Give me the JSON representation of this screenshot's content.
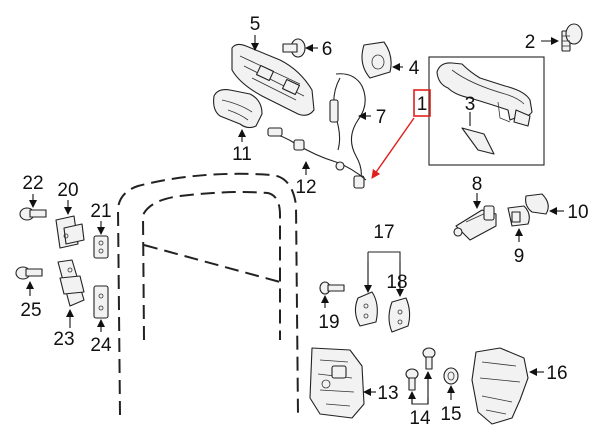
{
  "callouts": [
    {
      "id": "1",
      "label": "1"
    },
    {
      "id": "2",
      "label": "2"
    },
    {
      "id": "3",
      "label": "3"
    },
    {
      "id": "4",
      "label": "4"
    },
    {
      "id": "5",
      "label": "5"
    },
    {
      "id": "6",
      "label": "6"
    },
    {
      "id": "7",
      "label": "7"
    },
    {
      "id": "8",
      "label": "8"
    },
    {
      "id": "9",
      "label": "9"
    },
    {
      "id": "10",
      "label": "10"
    },
    {
      "id": "11",
      "label": "11"
    },
    {
      "id": "12",
      "label": "12"
    },
    {
      "id": "13",
      "label": "13"
    },
    {
      "id": "14",
      "label": "14"
    },
    {
      "id": "15",
      "label": "15"
    },
    {
      "id": "16",
      "label": "16"
    },
    {
      "id": "17",
      "label": "17"
    },
    {
      "id": "18",
      "label": "18"
    },
    {
      "id": "19",
      "label": "19"
    },
    {
      "id": "20",
      "label": "20"
    },
    {
      "id": "21",
      "label": "21"
    },
    {
      "id": "22",
      "label": "22"
    },
    {
      "id": "23",
      "label": "23"
    },
    {
      "id": "24",
      "label": "24"
    },
    {
      "id": "25",
      "label": "25"
    }
  ],
  "colors": {
    "line": "#222222",
    "highlight": "#e0201b",
    "part_fill": "#f2f2f2",
    "background": "#ffffff"
  }
}
